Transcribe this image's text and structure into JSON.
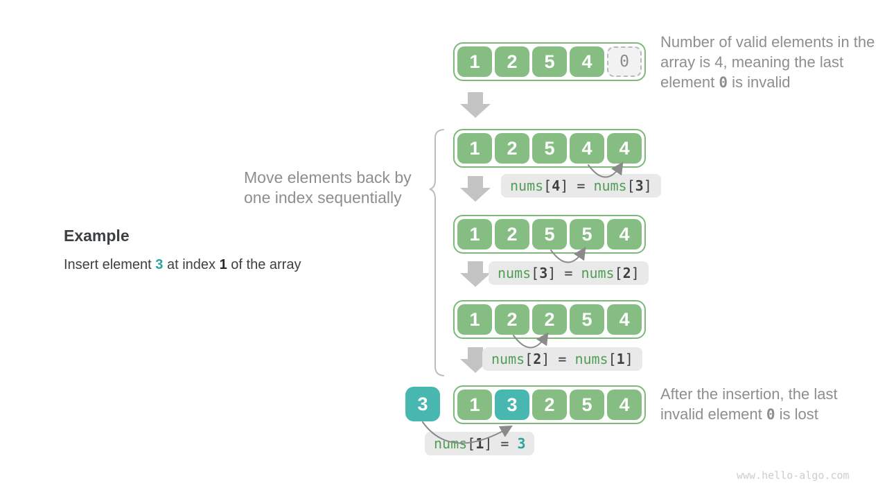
{
  "colors": {
    "cell_green": "#86bd82",
    "border_green": "#7cb87a",
    "cell_teal": "#48b7b0",
    "invalid_bg": "#f2f2f2",
    "invalid_border": "#b9b9b9",
    "invalid_text": "#8c8c8c",
    "code_green": "#4f9e53",
    "code_dark": "#3c4043",
    "teal_accent": "#2ba29c",
    "pill_bg": "#e9e9e9",
    "gray_text": "#8e8e8e",
    "dark_text": "#3d4043",
    "big_arrow": "#c3c3c3",
    "line_gray": "#8a8a8a",
    "brace_gray": "#bcbcbc",
    "watermark_gray": "#cdcdcd"
  },
  "example": {
    "title": "Example",
    "d1": "Insert element ",
    "d2": "3",
    "d3": " at index ",
    "d4": "1",
    "d5": " of the array"
  },
  "move_note": "Move elements back by one index sequentially",
  "top_note": {
    "prefix": "Number of valid elements in the array is 4, meaning the last element ",
    "code": "0",
    "suffix": " is invalid"
  },
  "bottom_note": {
    "prefix": "After the insertion, the last invalid element ",
    "code": "0",
    "suffix": " is lost"
  },
  "inserted_value": "3",
  "arrays": [
    {
      "name": "initial",
      "cells": [
        {
          "v": "1",
          "type": "green"
        },
        {
          "v": "2",
          "type": "green"
        },
        {
          "v": "5",
          "type": "green"
        },
        {
          "v": "4",
          "type": "green"
        },
        {
          "v": "0",
          "type": "invalid"
        }
      ]
    },
    {
      "name": "step-1",
      "cells": [
        {
          "v": "1",
          "type": "green"
        },
        {
          "v": "2",
          "type": "green"
        },
        {
          "v": "5",
          "type": "green"
        },
        {
          "v": "4",
          "type": "green"
        },
        {
          "v": "4",
          "type": "green"
        }
      ]
    },
    {
      "name": "step-2",
      "cells": [
        {
          "v": "1",
          "type": "green"
        },
        {
          "v": "2",
          "type": "green"
        },
        {
          "v": "5",
          "type": "green"
        },
        {
          "v": "5",
          "type": "green"
        },
        {
          "v": "4",
          "type": "green"
        }
      ]
    },
    {
      "name": "step-3",
      "cells": [
        {
          "v": "1",
          "type": "green"
        },
        {
          "v": "2",
          "type": "green"
        },
        {
          "v": "2",
          "type": "green"
        },
        {
          "v": "5",
          "type": "green"
        },
        {
          "v": "4",
          "type": "green"
        }
      ]
    },
    {
      "name": "final",
      "cells": [
        {
          "v": "1",
          "type": "green"
        },
        {
          "v": "3",
          "type": "teal"
        },
        {
          "v": "2",
          "type": "green"
        },
        {
          "v": "5",
          "type": "green"
        },
        {
          "v": "4",
          "type": "green"
        }
      ]
    }
  ],
  "syntax": {
    "lb": "[",
    "rb": "]",
    "eq": " = "
  },
  "labels": [
    {
      "lhs": "nums",
      "lhs_index": "4",
      "rhs": "nums",
      "rhs_index": "3"
    },
    {
      "lhs": "nums",
      "lhs_index": "3",
      "rhs": "nums",
      "rhs_index": "2"
    },
    {
      "lhs": "nums",
      "lhs_index": "2",
      "rhs": "nums",
      "rhs_index": "1"
    },
    {
      "lhs": "nums",
      "lhs_index": "1",
      "rhs_value": "3"
    }
  ],
  "watermark": "www.hello-algo.com"
}
